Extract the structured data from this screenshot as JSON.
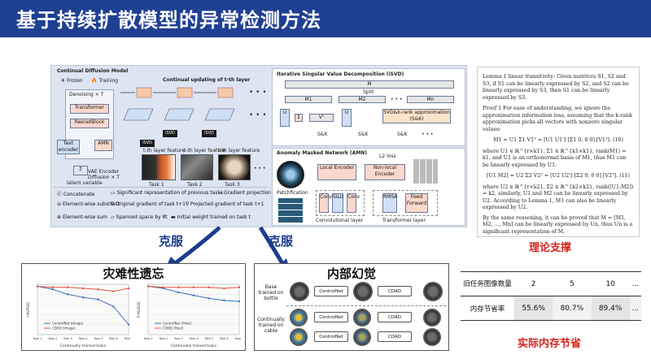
{
  "page": {
    "title": "基于持续扩散模型的异常检测方法"
  },
  "cdm": {
    "title": "Continual Diffusion Model",
    "frozen": "Frozen",
    "training": "Training",
    "denoising": "Denoising × T",
    "transformer": "Transformer",
    "resnetblock": "ResnetBlock",
    "text_encoder": "Text encoder",
    "amn": "AMN",
    "vae": "VAE Encoder Diffusion × T",
    "latent": "latent variable",
    "continual_update": "Continual updating of t-th layer",
    "isvd": "iSVD",
    "layer_feature_1": "t-th layer feature",
    "layer_feature_2": "t-th layer feature",
    "layer_feature_3": "t-th layer feature",
    "task1": "Task 1",
    "task2": "Task 2",
    "task3": "Task 3",
    "legend": {
      "concat": "Concatenate",
      "significant": "Significant representation of previous tasks",
      "gradient_proj": "Gradient projection",
      "subtract": "Element-wise substract",
      "orig_grad": "Original gradient of task t+1",
      "proj_grad": "Projected gradient of task t+1",
      "sum": "Element-wise sum",
      "span": "Spanned space by θt",
      "initial": "Initial weight trained on task t"
    }
  },
  "isvd": {
    "title": "Iterative Singular Value Decomposition (iSVD)",
    "m": "M",
    "split": "Split",
    "m1": "M1",
    "m2": "M2",
    "mn": "Mn",
    "svd_label": "SVD&k-rank approximation (S&K)",
    "sk": "S&K"
  },
  "amn": {
    "title": "Anomaly Masked Network (AMN)",
    "local_encoder": "Local Encoder",
    "nonlocal_encoder": "Non-local Encoder",
    "l2_loss": "L2 loss",
    "conv": "Conv",
    "silu": "SiLU",
    "rmsa": "RMSA",
    "ff": "Feed Forward",
    "conv_layer": "Convolutional layer",
    "transformer_layer": "Transformer layer",
    "patchify": "Patchfication"
  },
  "arrows": {
    "left": "克服",
    "right": "克服"
  },
  "forgetting": {
    "title": "灾难性遗忘",
    "charts": [
      {
        "legend": [
          "ControlNet (Image)",
          "CDAD (Image)"
        ],
        "xlabel": "Continually trained tasks",
        "ylabel": "I-AUROC"
      },
      {
        "legend": [
          "ControlNet (Pixel)",
          "CDAD (Pixel)"
        ],
        "xlabel": "Continually trained tasks",
        "ylabel": "P-AUROC"
      }
    ]
  },
  "chart_data": [
    {
      "type": "line",
      "title": "",
      "x": [
        "Task 1",
        "Task 2",
        "Task 3",
        "Task 4",
        "Task 5",
        "Task 6",
        "Task 7"
      ],
      "series": [
        {
          "name": "ControlNet (Image)",
          "values": [
            0.98,
            0.95,
            0.9,
            0.87,
            0.85,
            0.78,
            0.6
          ]
        },
        {
          "name": "CDAD (Image)",
          "values": [
            0.98,
            0.97,
            0.97,
            0.96,
            0.95,
            0.93,
            0.96
          ]
        }
      ],
      "xlabel": "Continually trained tasks",
      "ylabel": "I-AUROC",
      "colors": [
        "#3b6fb6",
        "#e0533a"
      ]
    },
    {
      "type": "line",
      "title": "",
      "x": [
        "Task 1",
        "Task 2",
        "Task 3",
        "Task 4",
        "Task 5",
        "Task 6",
        "Task 7"
      ],
      "series": [
        {
          "name": "ControlNet (Pixel)",
          "values": [
            0.98,
            0.96,
            0.92,
            0.89,
            0.86,
            0.84,
            0.83
          ]
        },
        {
          "name": "CDAD (Pixel)",
          "values": [
            0.98,
            0.97,
            0.97,
            0.97,
            0.97,
            0.96,
            0.97
          ]
        }
      ],
      "xlabel": "Continually trained tasks",
      "ylabel": "P-AUROC",
      "colors": [
        "#3b6fb6",
        "#e0533a"
      ]
    }
  ],
  "hallucination": {
    "title": "内部幻觉",
    "row1_label": "Base trained on bottle",
    "row2_label": "Continually trained on cable",
    "controlnet": "ControlNet",
    "cdad": "CDAD"
  },
  "theory": {
    "lemma": "Lemma 1 linear transitivity: Given matrices S1, S2 and S3, if S1 can be linearly expressed by S2, and S2 can be linearly expressed by S3, then S1 can be linearly expressed by S3.",
    "proof": "Proof 1 For ease of understanding, we ignore the approximation information loss, assuming that the k-rank approximation picks all vectors with nonzero singular values:",
    "eq10": "M1 = U1 Σ1 V1ᵀ = [U1 U1'] [Σ1 0; 0 0] [V1ᵀ].   (10)",
    "where1": "where U1 ∈ ℝ^{r×k1}, Σ1 ∈ ℝ^{k1×k1}, rank(M1) = k1, and U1 is an orthonormal basis of M1, thus M1 can be linearly expressed by U1.",
    "eq11": "[U1 M2] = U2 Σ2 V2ᵀ = [U2 U2'] [Σ2 0; 0 0] [V2ᵀ].   (11)",
    "where2": "where U2 ∈ ℝ^{r×k2}, Σ2 ∈ ℝ^{k2×k2}, rank([U1;M2]) = k2, similarly, U1 and M2 can be linearly expressed by U2. According to Lemma 1, M1 can also be linearly expressed by U2.",
    "conclusion": "By the same reasoning, it can be proved that M = [M1, M2, ..., Mn] can be linearly expressed by Un, thus Un is a significant representation of M.",
    "label": "理论支撑"
  },
  "memory": {
    "header_label": "旧任务图像数量",
    "counts": [
      "2",
      "5",
      "10",
      "..."
    ],
    "row_label": "内存节省率",
    "values": [
      "55.6%",
      "80.7%",
      "89.4%",
      "..."
    ],
    "label": "实际内存节省"
  },
  "colors": {
    "banner": "#1f3f93",
    "accent_red": "#d6231c",
    "arrow_blue": "#1c3c8f"
  }
}
